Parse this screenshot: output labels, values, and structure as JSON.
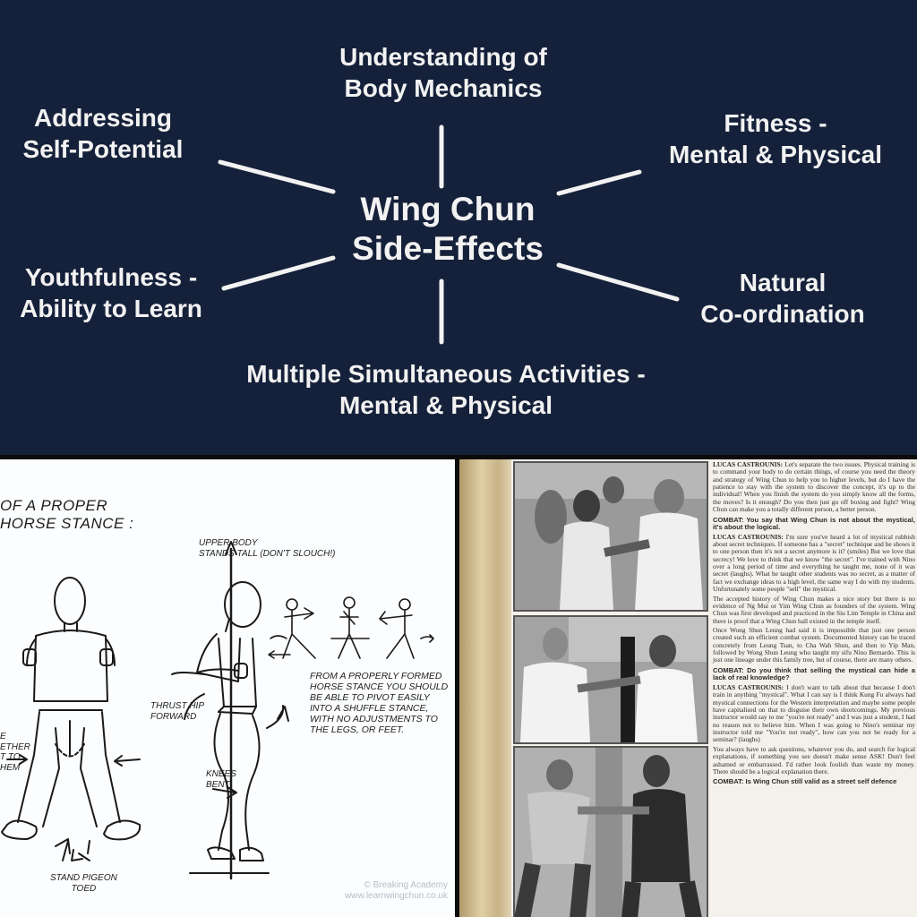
{
  "diagram": {
    "center": [
      "Wing Chun",
      "Side-Effects"
    ],
    "understanding": [
      "Understanding of",
      "Body Mechanics"
    ],
    "addressing": [
      "Addressing",
      "Self-Potential"
    ],
    "fitness": [
      "Fitness -",
      "Mental & Physical"
    ],
    "youthfulness": [
      "Youthfulness -",
      "Ability to Learn"
    ],
    "natural": [
      "Natural",
      "Co-ordination"
    ],
    "multiple": [
      "Multiple Simultaneous Activities -",
      "Mental & Physical"
    ],
    "colors": {
      "background": "#15213a",
      "text": "#f2f2f2"
    }
  },
  "stance": {
    "title": [
      "OF A PROPER",
      "HORSE STANCE :"
    ],
    "upper_body": [
      "UPPER BODY",
      "STANDS TALL (DON'T SLOUCH!)"
    ],
    "from_properly": [
      "FROM A PROPERLY FORMED",
      "HORSE STANCE YOU SHOULD",
      "BE ABLE TO PIVOT EASILY",
      "INTO A SHUFFLE STANCE,",
      "WITH NO ADJUSTMENTS TO",
      "THE LEGS, OR FEET."
    ],
    "thrust_hip": [
      "THRUST HIP",
      "FORWARD"
    ],
    "knees_bent": [
      "KNEES",
      "BENT"
    ],
    "stand_pigeon": [
      "STAND PIGEON",
      "TOED"
    ],
    "left_partial": [
      "E",
      "ETHER",
      "T TO",
      "HEM"
    ],
    "watermark": [
      "© Breaking Academy",
      "www.learnwingchun.co.uk"
    ]
  },
  "article": {
    "a1_speaker": "LUCAS CASTROUNIS:",
    "a1_text": "Let's separate the two issues. Physical training is to command your body to do certain things, of course you need the theory and strategy of Wing Chun to help you to higher levels, but do I have the patience to stay with the system to discover the concept, it's up to the individual! When you finish the system do you simply know all the forms, the moves? Is it enough? Do you then just go off boxing and fight? Wing Chun can make you a totally different person, a better person.",
    "q1": "COMBAT: You say that Wing Chun is not about the mystical, it's about the logical.",
    "a2_speaker": "LUCAS CASTROUNIS:",
    "a2_text": "I'm sure you've heard a lot of mystical rubbish about secret techniques. If someone has a \"secret\" technique and he shows it to one person then it's not a secret anymore is it? (smiles) But we love that secrecy! We love to think that we know \"the secret\". I've trained with Nino over a long period of time and everything he taught me, none of it was secret (laughs). What he taught other students was no secret, as a matter of fact we exchange ideas to a high level, the same way I do with my students. Unfortunately some people \"sell\" the mystical.",
    "a3_text": "The accepted history of Wing Chun makes a nice story but there is no evidence of Ng Mui or Yim Wing Chun as founders of the system. Wing Chun was first developed and practiced in the Siu Lim Temple in China and there is proof that a Wing Chun hall existed in the temple itself.",
    "a4_text": "Once Wong Shun Leung had said it is impossible that just one person created such an efficient combat system. Documented history can be traced concretely from Leung Tsan, to Cha Wah Shun, and then to Yip Man, followed by Wong Shun Leung who taught my sifu Nino Bernardo. This is just one lineage under this family tree, but of course, there are many others.",
    "q2": "COMBAT: Do you think that selling the mystical can hide a lack of real knowledge?",
    "a5_speaker": "LUCAS CASTROUNIS:",
    "a5_text": "I don't want to talk about that because I don't train in anything \"mystical\". What I can say is I think Kung Fu always had mystical connections for the Western interpretation and maybe some people have capitalised on that to disguise their own shortcomings. My previous instructor would say to me \"you're not ready\" and I was just a student, I had no reason not to believe him. When I was going to Nino's seminar my instructor told me \"You're not ready\", how can you not be ready for a seminar? (laughs)",
    "a6_text": "You always have to ask questions, whatever you do, and search for logical explanations, if something you see doesn't make sense ASK! Don't feel ashamed or embarrassed. I'd rather look foolish than waste my money. There should be a logical explanation there.",
    "q3": "COMBAT: Is Wing Chun still valid as a street self defence"
  }
}
